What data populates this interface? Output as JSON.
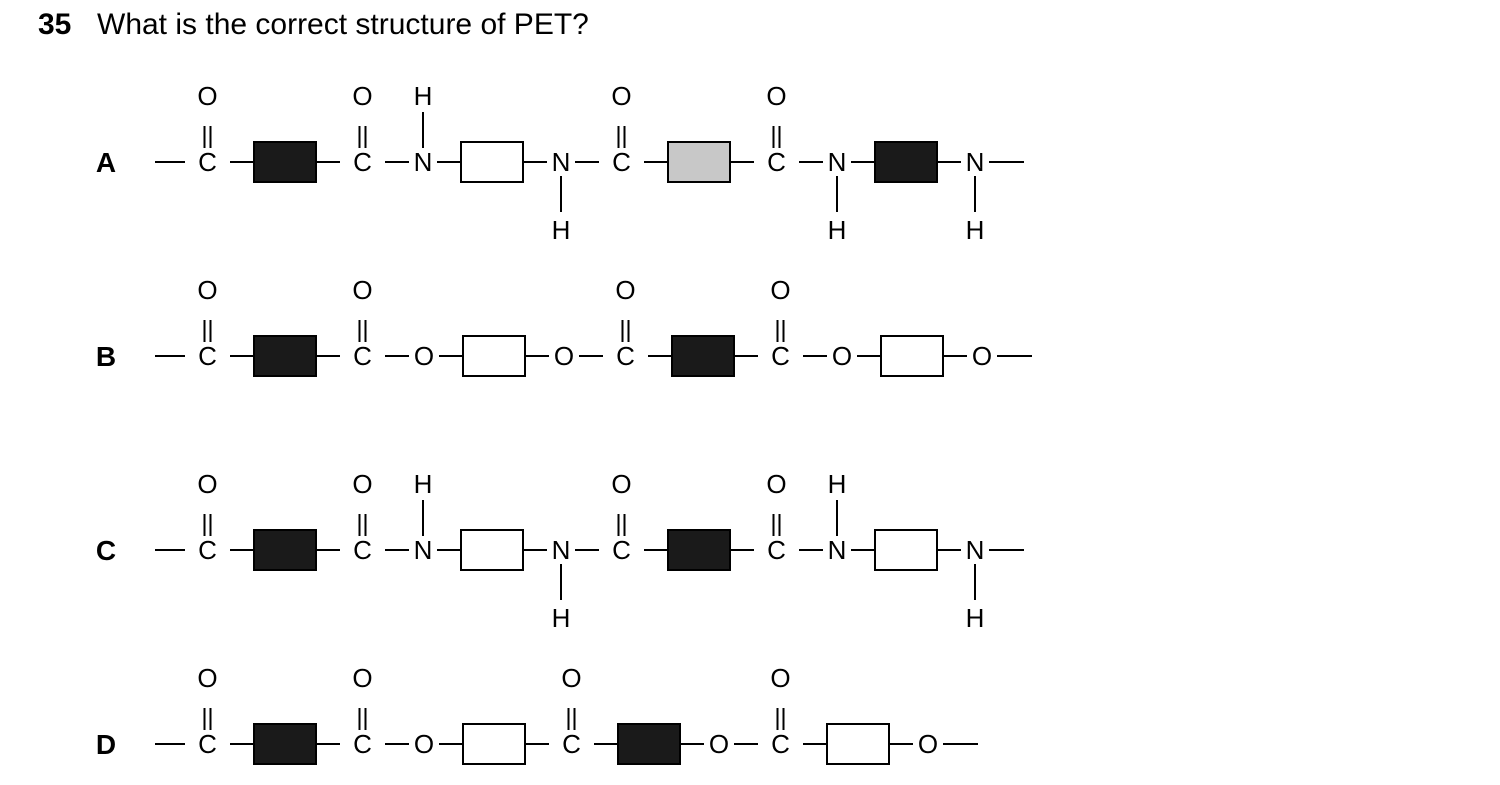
{
  "question": {
    "number": "35",
    "text": "What is the correct structure of PET?"
  },
  "colors": {
    "black": "#1a1a1a",
    "grey": "#c8c8c8",
    "white": "#ffffff"
  },
  "options": [
    {
      "label": "A",
      "sequence": [
        {
          "type": "carbonyl"
        },
        {
          "type": "ring",
          "fill": "black"
        },
        {
          "type": "carbonyl"
        },
        {
          "type": "amide_n",
          "h": "up"
        },
        {
          "type": "ring",
          "fill": "white"
        },
        {
          "type": "amide_n",
          "h": "down"
        },
        {
          "type": "carbonyl"
        },
        {
          "type": "ring",
          "fill": "grey"
        },
        {
          "type": "carbonyl"
        },
        {
          "type": "amide_n",
          "h": "down"
        },
        {
          "type": "ring",
          "fill": "black"
        },
        {
          "type": "amide_n",
          "h": "down"
        }
      ]
    },
    {
      "label": "B",
      "sequence": [
        {
          "type": "carbonyl"
        },
        {
          "type": "ring",
          "fill": "black"
        },
        {
          "type": "carbonyl"
        },
        {
          "type": "ester_o"
        },
        {
          "type": "ring",
          "fill": "white"
        },
        {
          "type": "ester_o"
        },
        {
          "type": "carbonyl"
        },
        {
          "type": "ring",
          "fill": "black"
        },
        {
          "type": "carbonyl"
        },
        {
          "type": "ester_o"
        },
        {
          "type": "ring",
          "fill": "white"
        },
        {
          "type": "ester_o"
        }
      ]
    },
    {
      "label": "C",
      "sequence": [
        {
          "type": "carbonyl"
        },
        {
          "type": "ring",
          "fill": "black"
        },
        {
          "type": "carbonyl"
        },
        {
          "type": "amide_n",
          "h": "up"
        },
        {
          "type": "ring",
          "fill": "white"
        },
        {
          "type": "amide_n",
          "h": "down"
        },
        {
          "type": "carbonyl"
        },
        {
          "type": "ring",
          "fill": "black"
        },
        {
          "type": "carbonyl"
        },
        {
          "type": "amide_n",
          "h": "up"
        },
        {
          "type": "ring",
          "fill": "white"
        },
        {
          "type": "amide_n",
          "h": "down"
        }
      ]
    },
    {
      "label": "D",
      "sequence": [
        {
          "type": "carbonyl"
        },
        {
          "type": "ring",
          "fill": "black"
        },
        {
          "type": "carbonyl"
        },
        {
          "type": "ester_o"
        },
        {
          "type": "ring",
          "fill": "white"
        },
        {
          "type": "carbonyl"
        },
        {
          "type": "ring",
          "fill": "black"
        },
        {
          "type": "ester_o"
        },
        {
          "type": "carbonyl"
        },
        {
          "type": "ring",
          "fill": "white"
        },
        {
          "type": "ester_o"
        }
      ]
    }
  ],
  "atoms": {
    "carbon": "C",
    "oxygen": "O",
    "nitrogen": "N",
    "hydrogen": "H"
  }
}
